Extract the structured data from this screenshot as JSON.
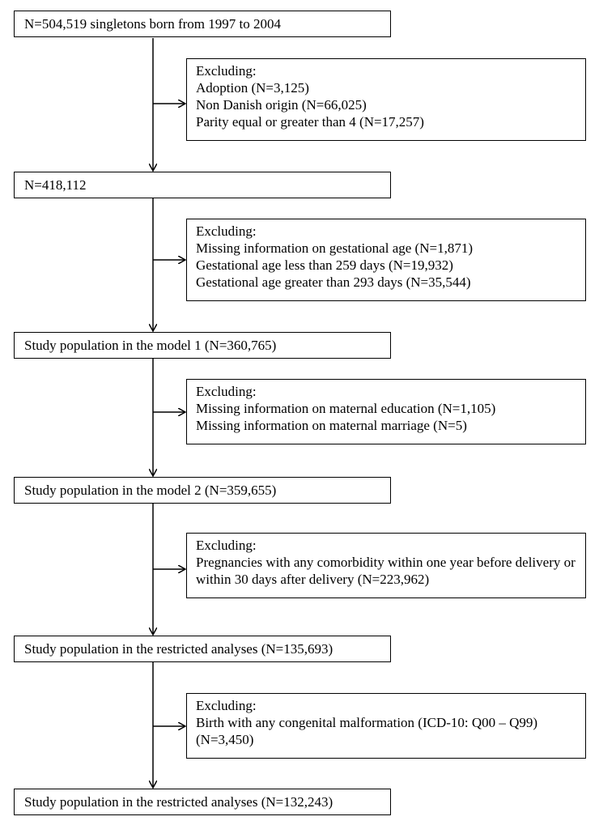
{
  "flowchart": {
    "steps": [
      "N=504,519 singletons born from 1997 to 2004",
      "N=418,112",
      "Study population in the model 1 (N=360,765)",
      "Study population in the model 2 (N=359,655)",
      "Study population in the restricted analyses (N=135,693)",
      "Study population in the restricted analyses (N=132,243)"
    ],
    "exclusions": [
      {
        "heading": "Excluding:",
        "items": [
          "Adoption (N=3,125)",
          "Non Danish origin (N=66,025)",
          "Parity equal or greater than 4 (N=17,257)"
        ]
      },
      {
        "heading": "Excluding:",
        "items": [
          "Missing information on gestational age (N=1,871)",
          "Gestational age less than 259 days (N=19,932)",
          "Gestational age greater than 293 days (N=35,544)"
        ]
      },
      {
        "heading": "Excluding:",
        "items": [
          "Missing information on maternal education (N=1,105)",
          "Missing information on maternal marriage (N=5)"
        ]
      },
      {
        "heading": "Excluding:",
        "items": [
          "Pregnancies with any comorbidity within one year before delivery or within 30 days after delivery (N=223,962)"
        ]
      },
      {
        "heading": "Excluding:",
        "items": [
          "Birth with any congenital malformation (ICD-10: Q00 – Q99) (N=3,450)"
        ]
      }
    ]
  }
}
